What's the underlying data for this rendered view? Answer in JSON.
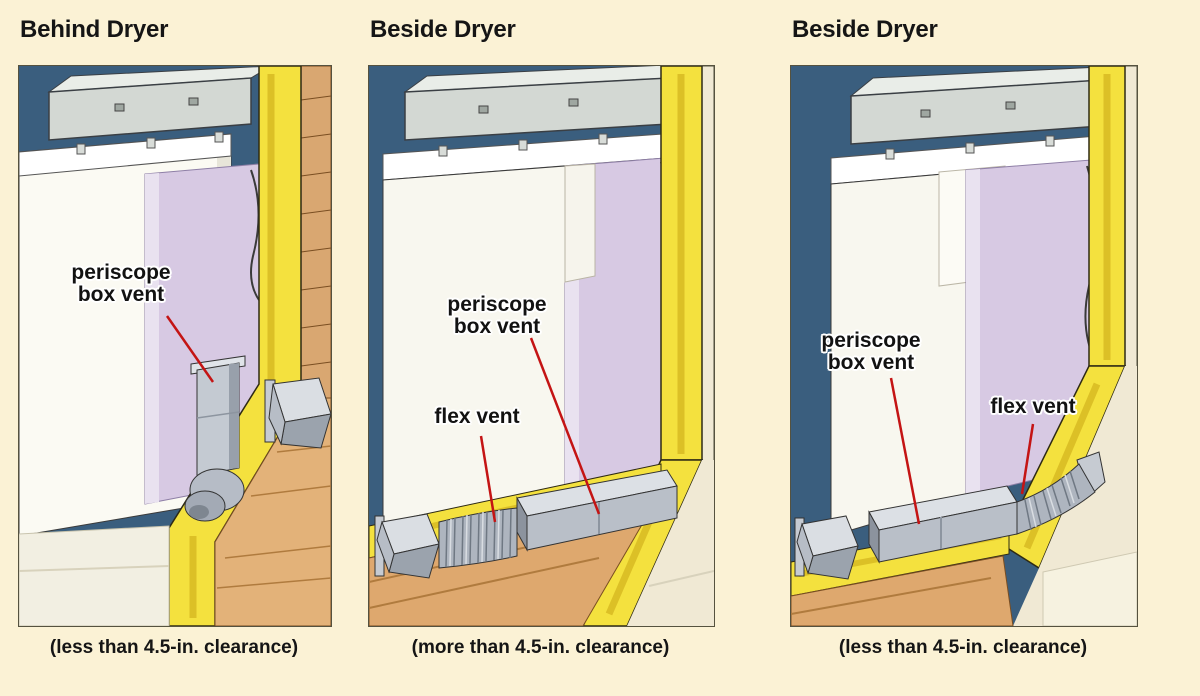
{
  "figure": {
    "background": "#FBF2D5",
    "colors": {
      "wall_blue": "#3A5E7E",
      "insulation_yellow": "#F4E13E",
      "wood_tan": "#DEA86E",
      "dryer_back_lavender": "#D7C9E3",
      "duct_metal_gray": "#C4CAD2",
      "leader_line_red": "#C41414",
      "text_black": "#151515"
    }
  },
  "panels": [
    {
      "title": "Behind Dryer",
      "caption": "(less than 4.5-in. clearance)",
      "labels": {
        "periscope": "periscope box vent"
      }
    },
    {
      "title": "Beside Dryer",
      "caption": "(more than 4.5-in. clearance)",
      "labels": {
        "periscope": "periscope box vent",
        "flex": "flex vent"
      }
    },
    {
      "title": "Beside Dryer",
      "caption": "(less than 4.5-in. clearance)",
      "labels": {
        "periscope": "periscope box vent",
        "flex": "flex vent"
      }
    }
  ]
}
